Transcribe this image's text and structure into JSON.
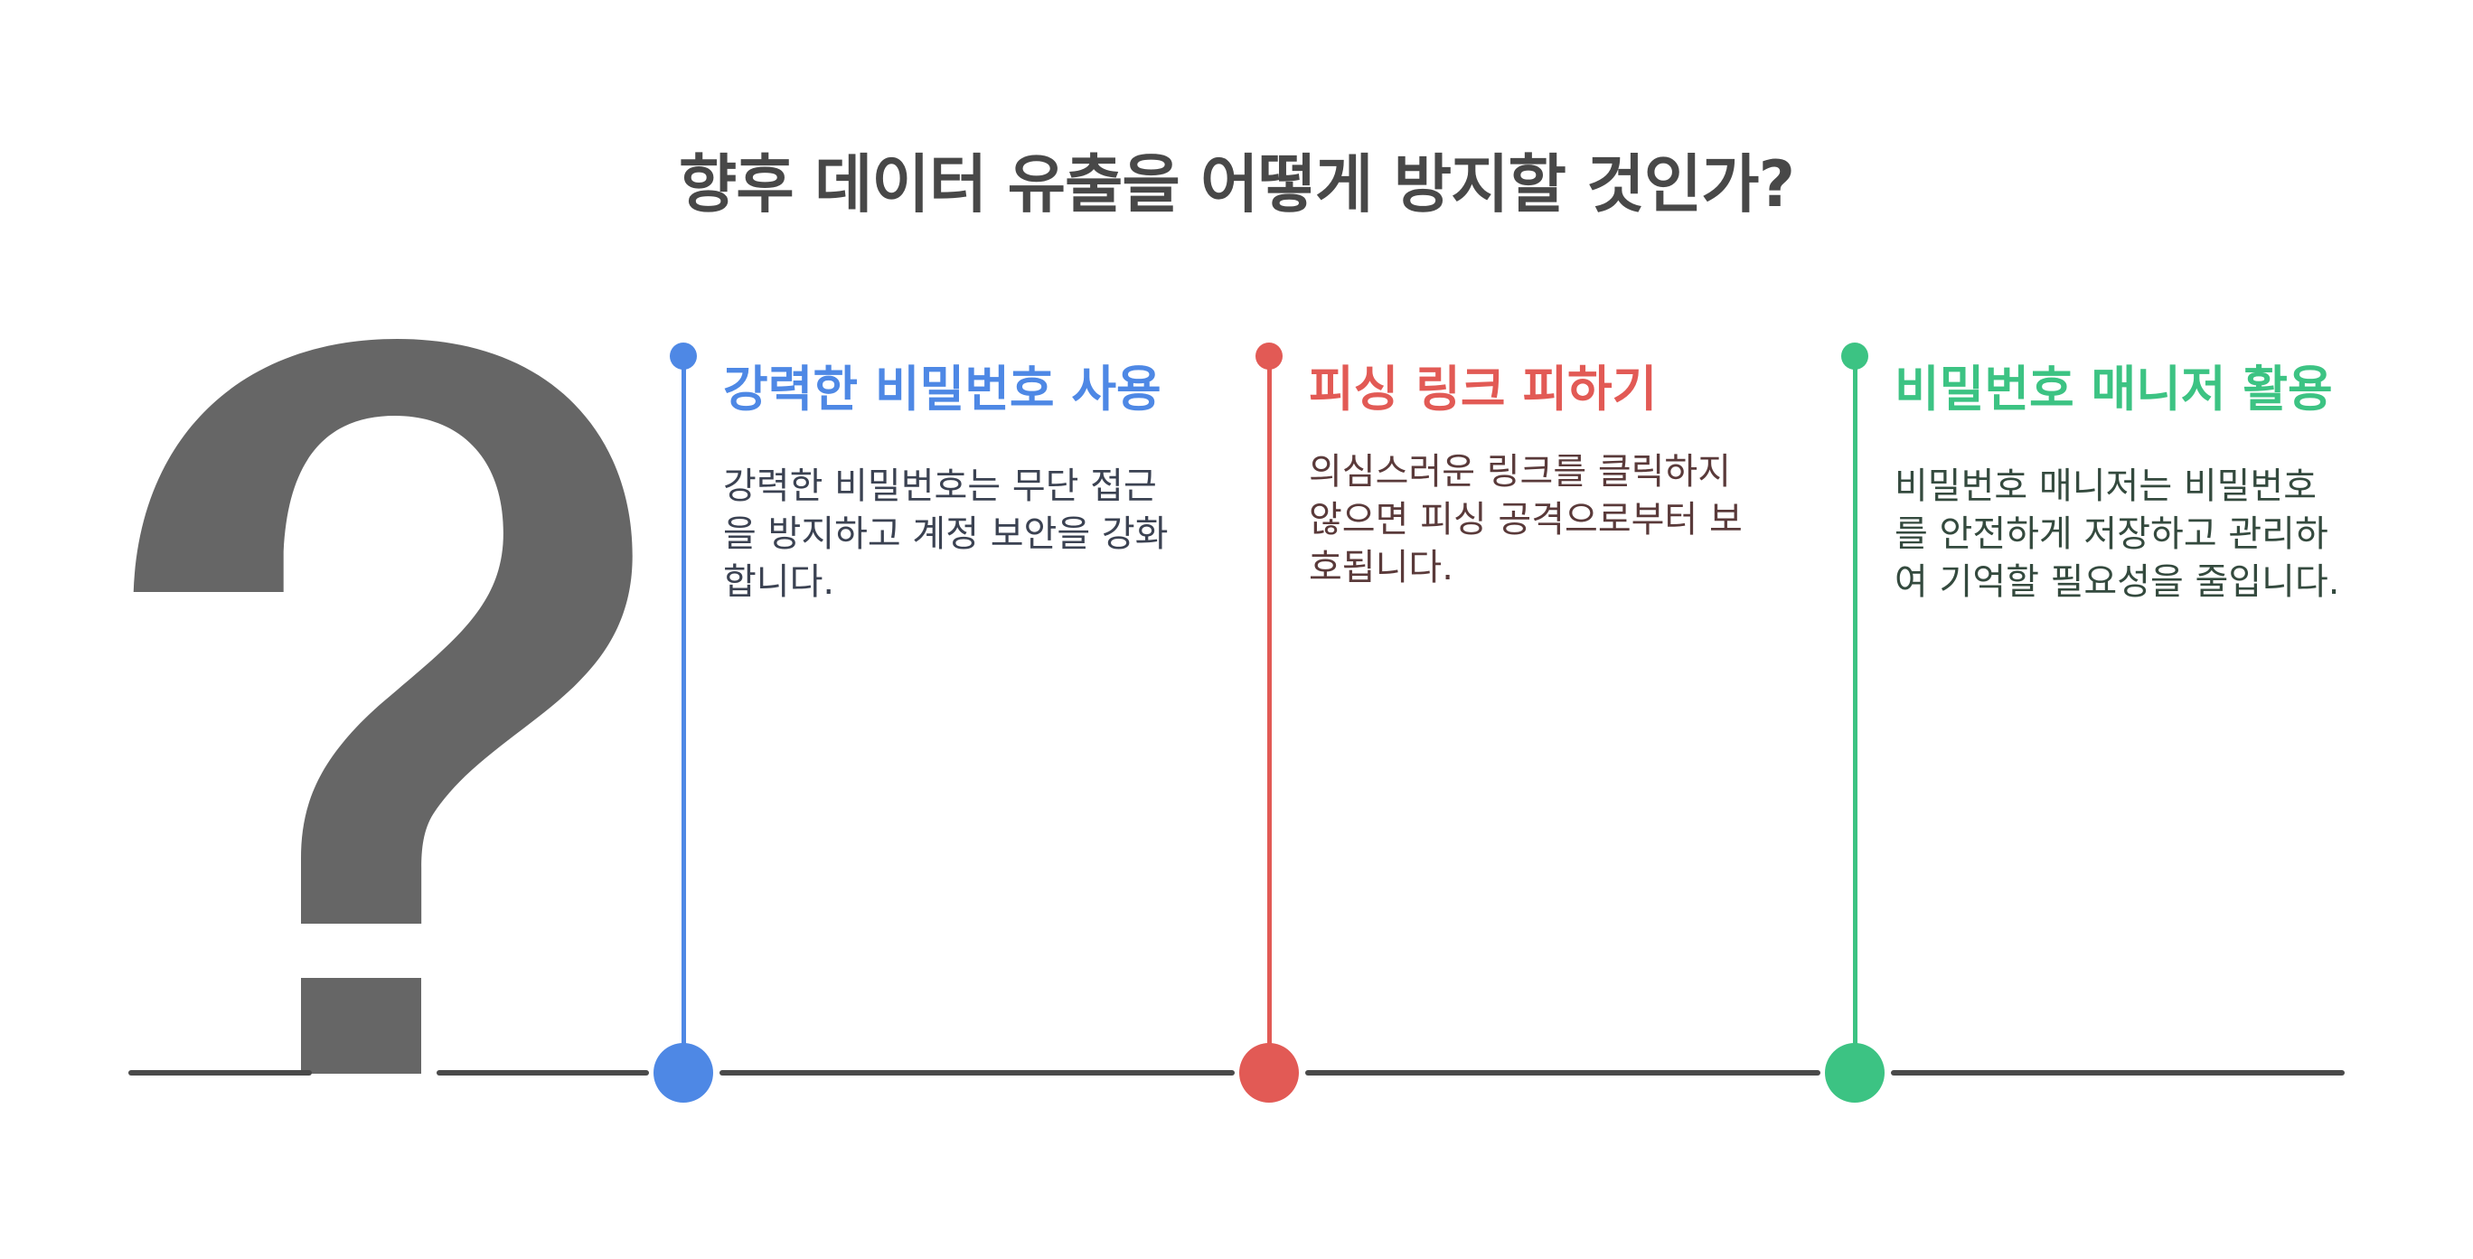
{
  "title": "향후 데이터 유출을 어떻게 방지할 것인가?",
  "icon": "question-mark-icon",
  "colors": {
    "title": "#484848",
    "question_mark": "#666666",
    "baseline": "#4a4a4a"
  },
  "steps": [
    {
      "title": "강력한 비밀번호 사용",
      "body": "강력한 비밀번호는 무단 접근을 방지하고 계정 보안을 강화합니다.",
      "accent": "#4e88e5",
      "body_color": "#3b4252"
    },
    {
      "title": "피싱 링크 피하기",
      "body": "의심스러운 링크를 클릭하지 않으면 피싱 공격으로부터 보호됩니다.",
      "accent": "#e25a55",
      "body_color": "#5a3a3a"
    },
    {
      "title": "비밀번호 매니저 활용",
      "body": "비밀번호 매니저는 비밀번호를 안전하게 저장하고 관리하여 기억할 필요성을 줄입니다.",
      "accent": "#3cc383",
      "body_color": "#344a3e"
    }
  ]
}
